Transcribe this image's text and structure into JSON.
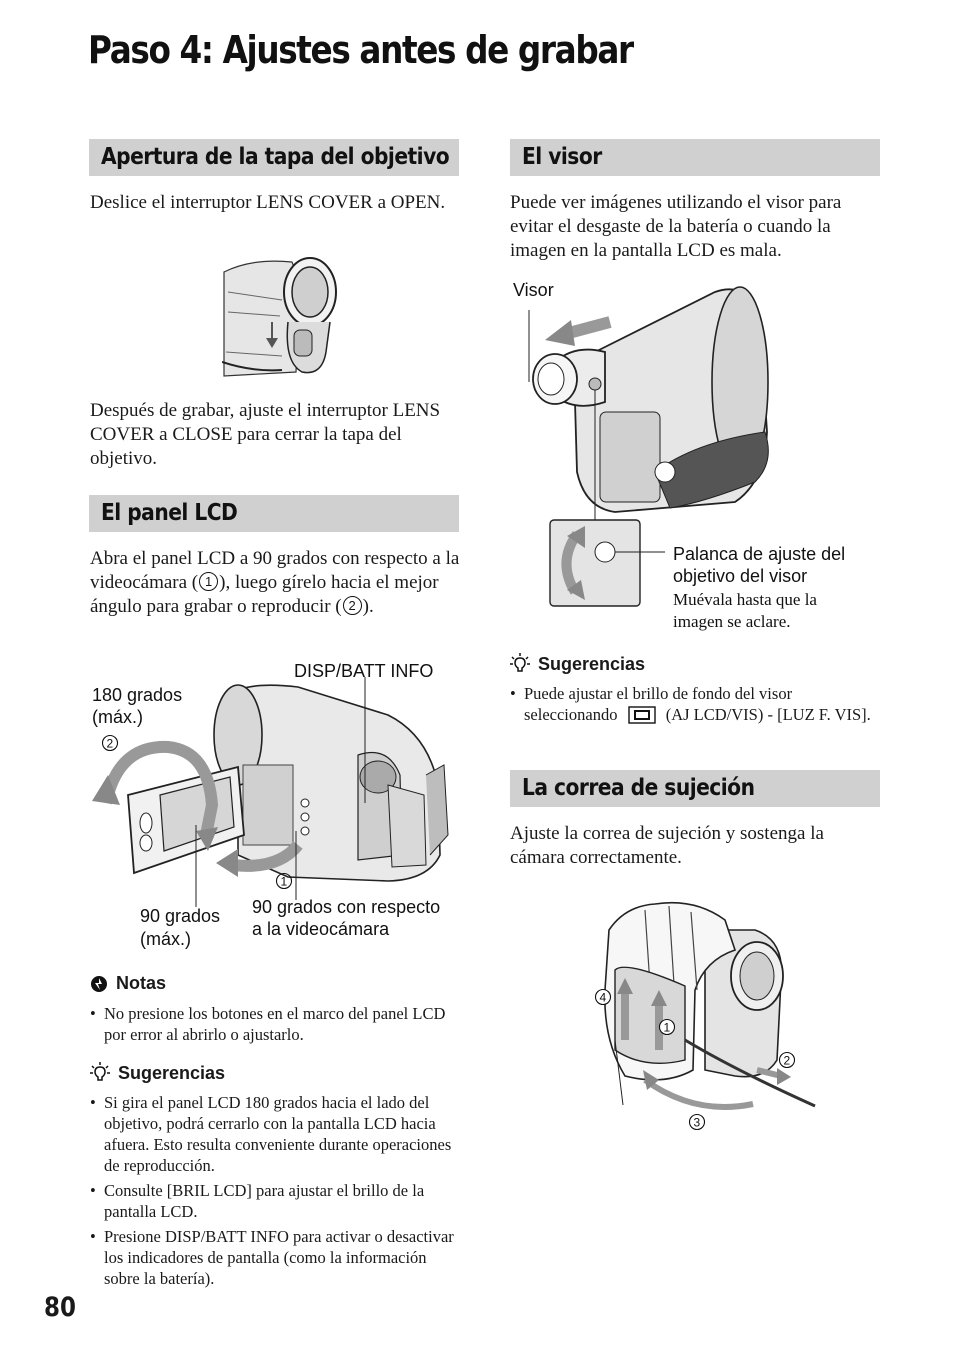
{
  "page": {
    "title": "Paso 4: Ajustes antes de grabar",
    "page_number": "80"
  },
  "left": {
    "lens_cover": {
      "heading": "Apertura de la tapa del objetivo",
      "text1": "Deslice el interruptor LENS COVER a OPEN.",
      "text2": "Después de grabar, ajuste el interruptor LENS COVER a CLOSE para cerrar la tapa del objetivo."
    },
    "lcd_panel": {
      "heading": "El panel LCD",
      "text_a": "Abra el panel LCD a 90 grados con respecto a la videocámara (",
      "num1": "1",
      "text_b": "), luego gírelo hacia el mejor ángulo para grabar o reproducir (",
      "num2": "2",
      "text_c": ").",
      "labels": {
        "disp": "DISP/BATT INFO",
        "deg180_line1": "180 grados",
        "deg180_line2": "(máx.)",
        "deg90_line1": "90 grados",
        "deg90_line2": "(máx.)",
        "deg90cam_line1": "90 grados con respecto",
        "deg90cam_line2": "a la videocámara",
        "marker1": "1",
        "marker2": "2"
      }
    },
    "notes": {
      "heading": "Notas",
      "items": [
        "No presione los botones en el marco del panel LCD por error al abrirlo o ajustarlo."
      ]
    },
    "tips": {
      "heading": "Sugerencias",
      "items": [
        "Si gira el panel LCD 180 grados hacia el lado del objetivo, podrá cerrarlo con la pantalla LCD hacia afuera. Esto resulta conveniente durante operaciones de reproducción.",
        "Consulte [BRIL LCD] para ajustar el brillo de la pantalla LCD.",
        "Presione DISP/BATT INFO para activar o desactivar los indicadores de pantalla (como la información sobre la batería)."
      ]
    }
  },
  "right": {
    "viewfinder": {
      "heading": "El visor",
      "text": "Puede ver imágenes utilizando el visor para evitar el desgaste de la batería o cuando la imagen en la pantalla LCD es mala.",
      "label_visor": "Visor",
      "lever_line1": "Palanca de ajuste del",
      "lever_line2": "objetivo del visor",
      "lever_sub1": "Muévala hasta que la",
      "lever_sub2": "imagen se aclare.",
      "tips_heading": "Sugerencias",
      "tip_a": "Puede ajustar el brillo de fondo del visor seleccionando",
      "tip_b": "(AJ LCD/VIS) - [LUZ F. VIS]."
    },
    "strap": {
      "heading": "La correa de sujeción",
      "text": "Ajuste la correa de sujeción y sostenga la cámara correctamente.",
      "markers": [
        "1",
        "2",
        "3",
        "4"
      ]
    }
  }
}
